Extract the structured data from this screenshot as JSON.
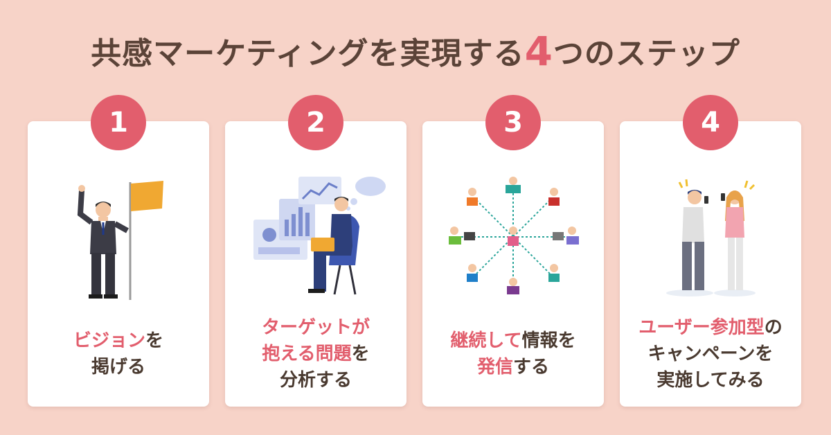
{
  "title": {
    "prefix": "共感マーケティングを実現する",
    "number": "4",
    "suffix": "つのステップ"
  },
  "steps": [
    {
      "number": "1",
      "lines": [
        [
          {
            "text": "ビジョン",
            "hl": true
          },
          {
            "text": "を",
            "hl": false
          }
        ],
        [
          {
            "text": "掲げる",
            "hl": false
          }
        ]
      ]
    },
    {
      "number": "2",
      "lines": [
        [
          {
            "text": "ターゲットが",
            "hl": true
          }
        ],
        [
          {
            "text": "抱える問題",
            "hl": true
          },
          {
            "text": "を",
            "hl": false
          }
        ],
        [
          {
            "text": "分析する",
            "hl": false
          }
        ]
      ]
    },
    {
      "number": "3",
      "lines": [
        [
          {
            "text": "継続して",
            "hl": true
          },
          {
            "text": "情報を",
            "hl": false
          }
        ],
        [
          {
            "text": "発信",
            "hl": true
          },
          {
            "text": "する",
            "hl": false
          }
        ]
      ]
    },
    {
      "number": "4",
      "lines": [
        [
          {
            "text": "ユーザー参加型",
            "hl": true
          },
          {
            "text": "の",
            "hl": false
          }
        ],
        [
          {
            "text": "キャンペーンを",
            "hl": false
          }
        ],
        [
          {
            "text": "実施してみる",
            "hl": false
          }
        ]
      ]
    }
  ],
  "colors": {
    "background": "#f7d3c8",
    "accent": "#e25e6d",
    "text": "#4a3a30",
    "title_text": "#5b4338"
  }
}
